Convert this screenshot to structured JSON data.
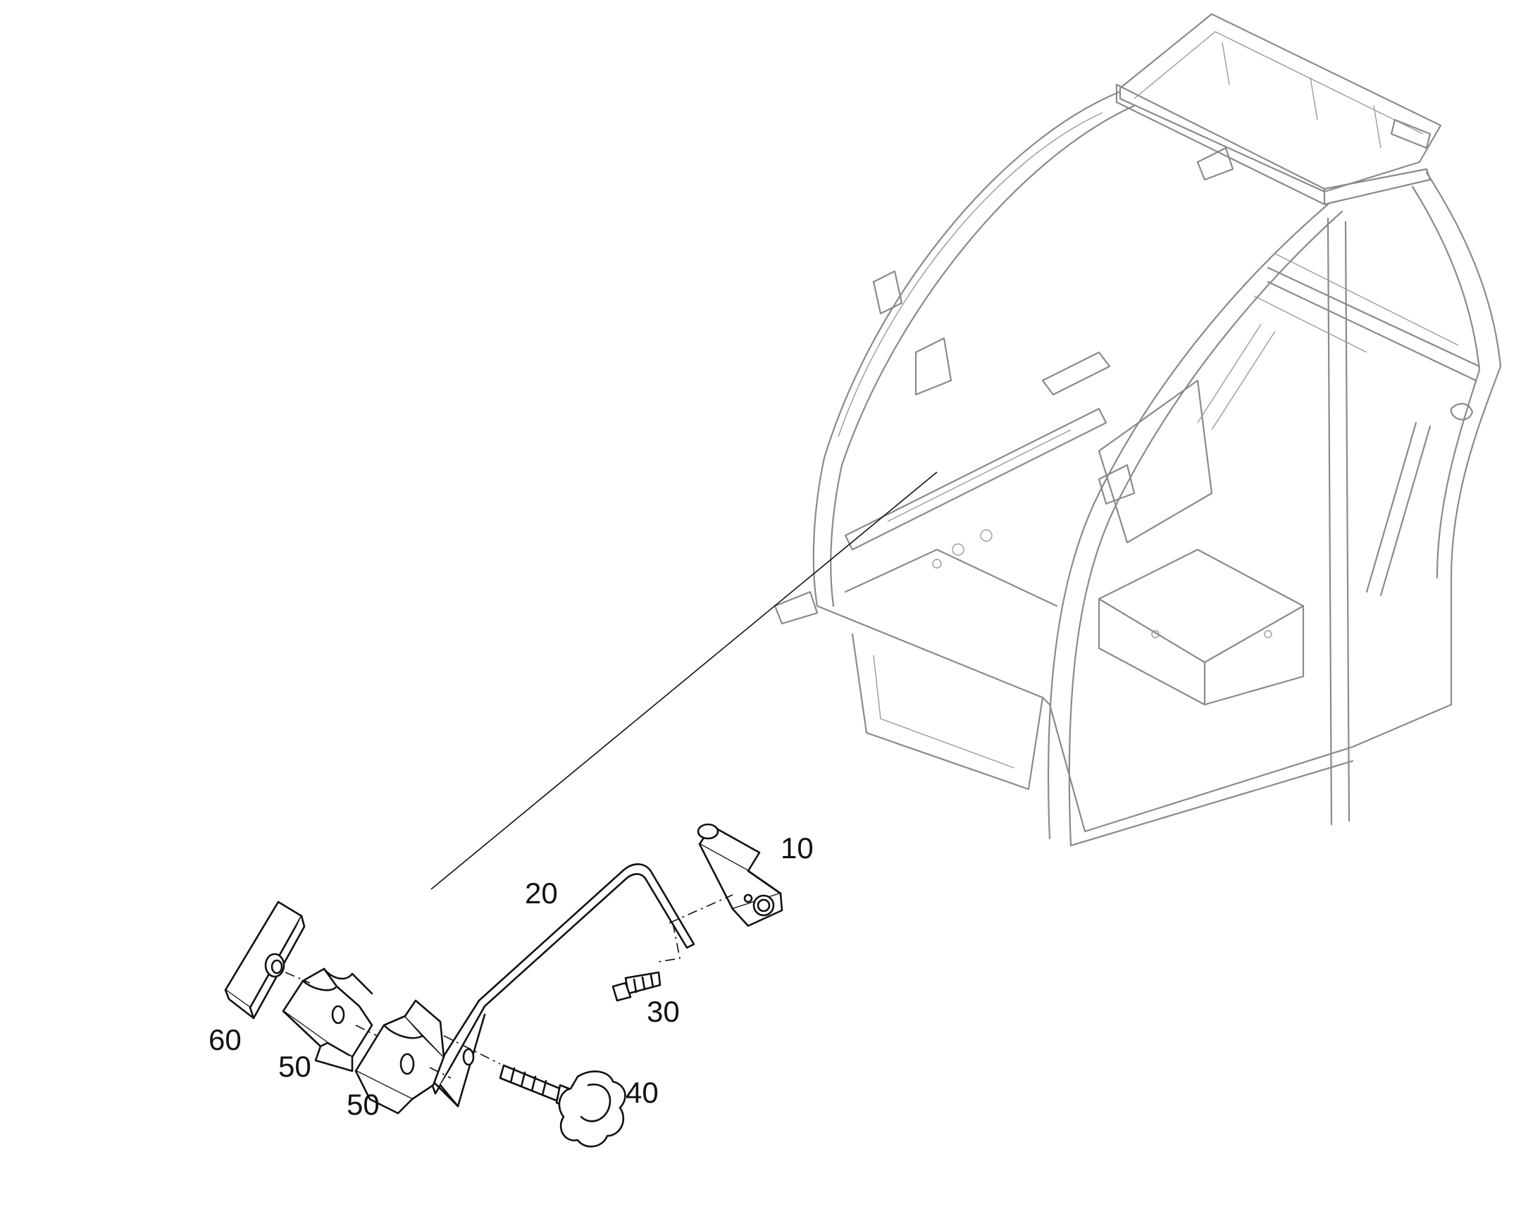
{
  "diagram": {
    "callouts": [
      {
        "id": "c10",
        "label": "10"
      },
      {
        "id": "c20",
        "label": "20"
      },
      {
        "id": "c30",
        "label": "30"
      },
      {
        "id": "c40",
        "label": "40"
      },
      {
        "id": "c50a",
        "label": "50"
      },
      {
        "id": "c50b",
        "label": "50"
      },
      {
        "id": "c60",
        "label": "60"
      }
    ]
  },
  "colors": {
    "frame_line": "#8a8a8a",
    "part_line": "#111111",
    "background": "#ffffff"
  }
}
